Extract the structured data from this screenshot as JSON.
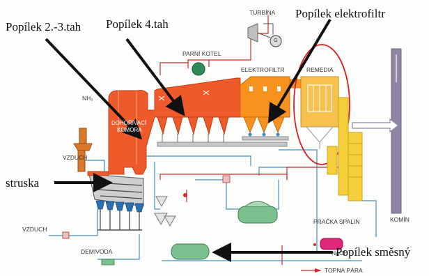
{
  "annotations": {
    "popilek_2_3_tah": "Popílek 2.-3.tah",
    "popilek_4_tah": "Popílek 4.tah",
    "popilek_elektrofiltr": "Popílek elektrofiltr",
    "struska": "struska",
    "popilek_smesny": "Popílek směsný"
  },
  "plant_labels": {
    "turbina": "TURBÍNA",
    "turbine_no": "G",
    "parni_kotel": "PARNÍ KOTEL",
    "elektrofiltr": "ELEKTROFILTR",
    "remedia": "REMEDIA",
    "nh3": "NH₃",
    "dohorivaci_line1": "DOHOŘÍVACÍ",
    "dohorivaci_line2": "KOMORA",
    "vzduch_1": "VZDUCH",
    "vzduch_2": "VZDUCH",
    "demivoda": "DEMIVODA",
    "pracka_spalin": "PRAČKA SPALIN",
    "komin": "KOMÍN",
    "naoh": "NaOH",
    "topna_para": "TOPNÁ PÁRA"
  },
  "colors": {
    "furnace_orange": "#ef5a2a",
    "filter_orange": "#f7921e",
    "scrubber_yellow": "#f5cf3a",
    "tank_green": "#7cc08f",
    "stack_purple": "#8f86a3",
    "pipe_blue": "#3f8fc6",
    "pipe_red": "#cc2b2b",
    "ellipse_red": "#d32020"
  }
}
